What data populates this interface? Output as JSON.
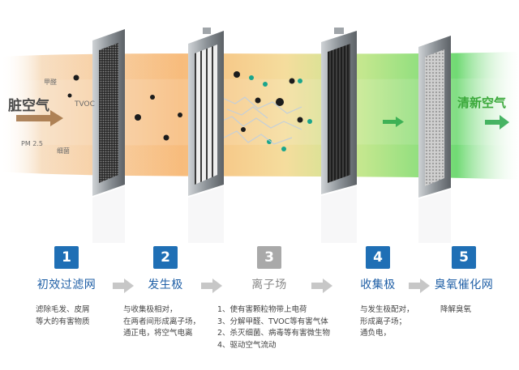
{
  "scene": {
    "dirty_air": {
      "label": "脏空气",
      "particles": [
        "甲醛",
        "TVOC",
        "PM 2.5",
        "细菌"
      ]
    },
    "clean_air": {
      "label": "清新空气"
    }
  },
  "steps": [
    {
      "number": "1",
      "title": "初效过滤网",
      "style": "blue",
      "desc": [
        "滤除毛发、皮屑",
        "等大的有害物质"
      ]
    },
    {
      "number": "2",
      "title": "发生极",
      "style": "blue",
      "desc": [
        "与收集极相对，",
        "在两者间形成离子场，",
        "通正电，将空气电离"
      ]
    },
    {
      "number": "3",
      "title": "离子场",
      "style": "gray",
      "desc": [
        "1、使有害颗粒物带上电荷",
        "3、分解甲醛、TVOC等有害气体",
        "2、杀灭细菌、病毒等有害微生物",
        "4、驱动空气流动"
      ]
    },
    {
      "number": "4",
      "title": "收集极",
      "style": "blue",
      "desc": [
        "与发生极配对，",
        "形成离子场；",
        "通负电，"
      ]
    },
    {
      "number": "5",
      "title": "臭氧催化网",
      "style": "blue",
      "desc": [
        "降解臭氧"
      ]
    }
  ]
}
